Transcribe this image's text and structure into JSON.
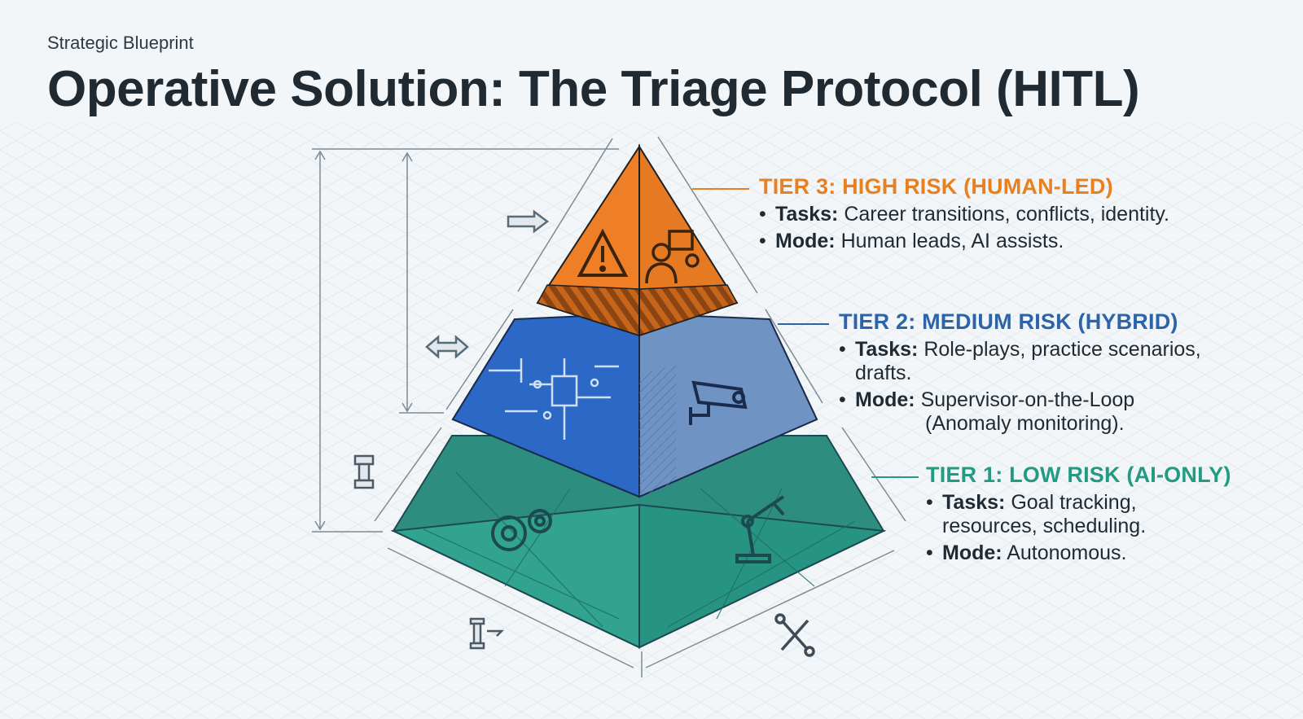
{
  "header": {
    "eyebrow": "Strategic Blueprint",
    "title": "Operative Solution: The Triage Protocol (HITL)"
  },
  "tiers": [
    {
      "heading": "TIER 3: HIGH RISK (HUMAN-LED)",
      "tasks_label": "Tasks:",
      "tasks_text": "Career transitions, conflicts, identity.",
      "mode_label": "Mode:",
      "mode_text": "Human leads, AI assists.",
      "color": "#e8801f",
      "icons": [
        "warning-icon",
        "human-ai-icon"
      ]
    },
    {
      "heading": "TIER 2: MEDIUM RISK (HYBRID)",
      "tasks_label": "Tasks:",
      "tasks_text": "Role-plays, practice scenarios,",
      "tasks_text_2": "drafts.",
      "mode_label": "Mode:",
      "mode_text": "Supervisor-on-the-Loop",
      "mode_text_2": "(Anomaly monitoring).",
      "color": "#2b64a8",
      "icons": [
        "circuit-chip-icon",
        "surveillance-camera-icon"
      ]
    },
    {
      "heading": "TIER 1: LOW RISK (AI-ONLY)",
      "tasks_label": "Tasks:",
      "tasks_text": "Goal tracking,",
      "tasks_text_2": "resources, scheduling.",
      "mode_label": "Mode:",
      "mode_text": "Autonomous.",
      "color": "#239a82",
      "icons": [
        "gears-icon",
        "robot-arm-icon"
      ]
    }
  ],
  "decorations": [
    "right-arrow-icon",
    "double-arrow-icon",
    "bolt-icon",
    "bolt-wrench-icon",
    "wrench-screwdriver-icon"
  ]
}
